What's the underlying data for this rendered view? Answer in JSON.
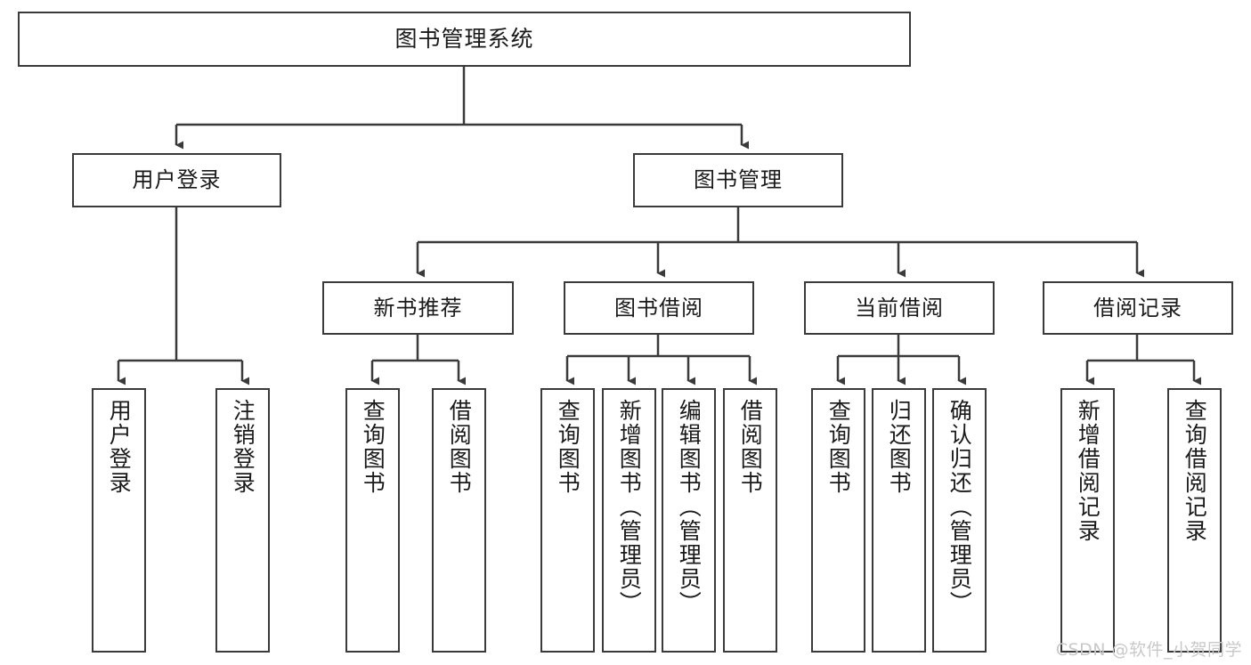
{
  "diagram": {
    "title": "图书管理系统",
    "watermark": "CSDN @软件_小贺同学",
    "stroke_color": "#3a3a3a",
    "text_color": "#1a1a1a",
    "background": "#ffffff",
    "root": {
      "label": "图书管理系统"
    },
    "level1": [
      {
        "label": "用户登录"
      },
      {
        "label": "图书管理"
      }
    ],
    "level2": [
      {
        "label": "新书推荐"
      },
      {
        "label": "图书借阅"
      },
      {
        "label": "当前借阅"
      },
      {
        "label": "借阅记录"
      }
    ],
    "leaves": [
      {
        "label": "用户登录"
      },
      {
        "label": "注销登录"
      },
      {
        "label": "查询图书"
      },
      {
        "label": "借阅图书"
      },
      {
        "label": "查询图书"
      },
      {
        "label": "新增图书（管理员）"
      },
      {
        "label": "编辑图书（管理员）"
      },
      {
        "label": "借阅图书"
      },
      {
        "label": "查询图书"
      },
      {
        "label": "归还图书"
      },
      {
        "label": "确认归还（管理员）"
      },
      {
        "label": "新增借阅记录"
      },
      {
        "label": "查询借阅记录"
      }
    ]
  }
}
